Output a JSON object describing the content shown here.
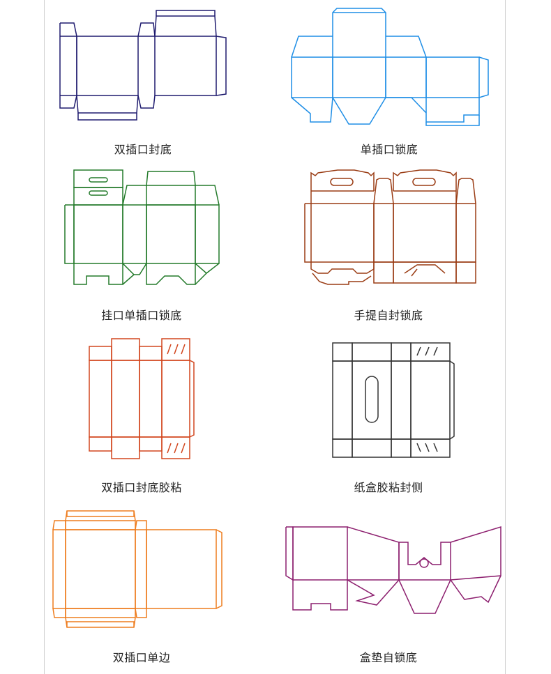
{
  "colors": {
    "navy": "#1e1a6e",
    "blue": "#1e8ee6",
    "green": "#237a2a",
    "brown": "#9a3c14",
    "red": "#d2461e",
    "black": "#333333",
    "orange": "#ee7d1e",
    "purple": "#8c1e6e"
  },
  "labels": {
    "double_tuck": "双插口封底",
    "single_tuck_lock": "单插口锁底",
    "hang_single_tuck_lock": "挂口单插口锁底",
    "handle_self_lock": "手提自封锁底",
    "double_tuck_glued": "双插口封底胶粘",
    "glued_side_seal": "纸盒胶粘封侧",
    "double_tuck_single_edge": "双插口单边",
    "box_pad_self_lock": "盒垫自锁底"
  },
  "icons": [
    "box-dieline-icon"
  ]
}
